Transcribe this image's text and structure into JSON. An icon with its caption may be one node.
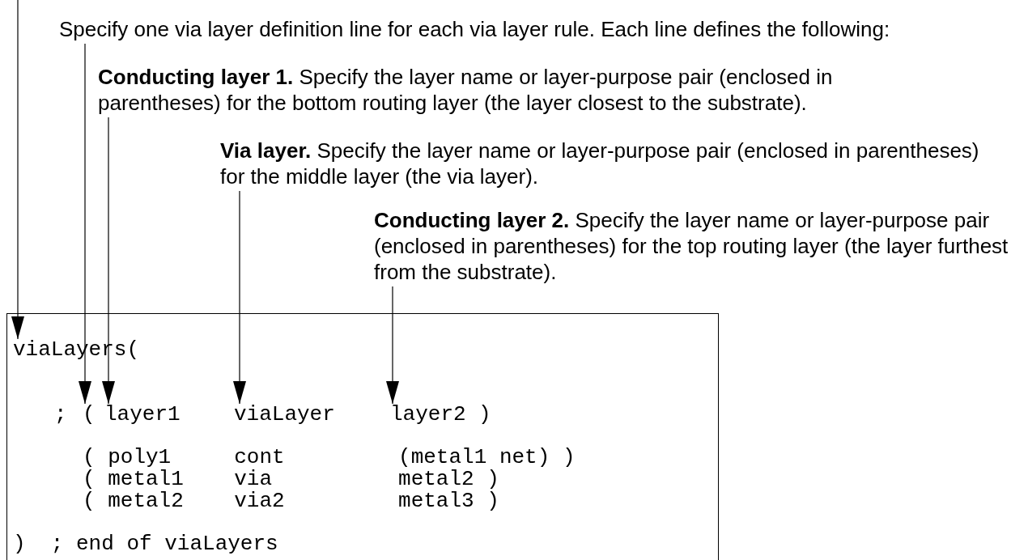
{
  "diagram": {
    "nodes": [
      {
        "text": [
          "Specify one via layer definition line for each via layer rule. Each line defines the following:"
        ]
      },
      {
        "text": [
          "Conducting layer 1.",
          "Specify the layer name or layer-purpose pair (enclosed in parentheses) for the bottom routing layer (the layer closest to the substrate)."
        ]
      },
      {
        "text": [
          "Via layer.",
          "Specify the layer name or layer-purpose pair (enclosed in parentheses) for the middle layer (the via layer)."
        ]
      },
      {
        "text": [
          "Conducting layer 2.",
          "Specify the layer name or layer-purpose pair (enclosed in parentheses) for the top routing layer (the layer furthest from the substrate)."
        ]
      },
      {
        "text": [],
        "shape": "box"
      },
      {
        "text": [
          "viaLayers("
        ],
        "in": 4
      },
      {
        "text": [
          ";"
        ],
        "in": 4
      },
      {
        "text": [
          "("
        ],
        "in": 4
      },
      {
        "text": [
          "layer1"
        ],
        "in": 4
      },
      {
        "text": [
          "viaLayer"
        ],
        "in": 4
      },
      {
        "text": [
          "layer2"
        ],
        "in": 4
      },
      {
        "text": [
          ")"
        ],
        "in": 4
      },
      {
        "text": [
          "( poly1     cont         (metal1 net) )"
        ],
        "in": 4
      },
      {
        "text": [
          "( metal1    via          metal2 )"
        ],
        "in": 4
      },
      {
        "text": [
          "( metal2    via2         metal3 )"
        ],
        "in": 4
      },
      {
        "text": [
          ")  ; end of viaLayers"
        ],
        "in": 4
      }
    ],
    "edges": [
      {
        "from": null,
        "to": 5,
        "arrow": "to"
      },
      {
        "from": 0,
        "to": 7,
        "arrow": "to"
      },
      {
        "from": 1,
        "to": 8,
        "arrow": "to"
      },
      {
        "from": 2,
        "to": 9,
        "arrow": "to"
      },
      {
        "from": 3,
        "to": 10,
        "arrow": "to"
      }
    ]
  }
}
